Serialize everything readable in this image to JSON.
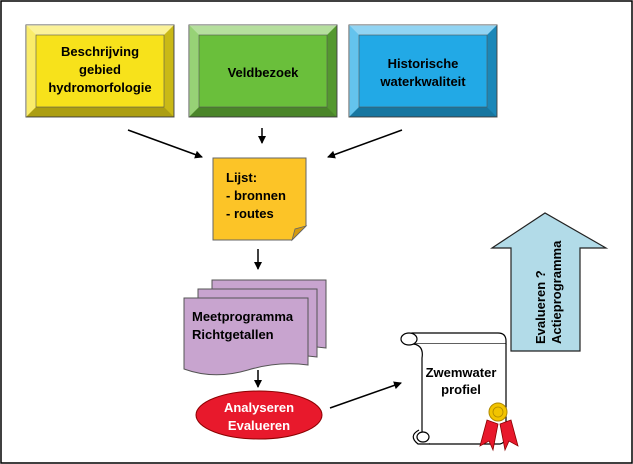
{
  "boxes": {
    "beschrijving": {
      "line1": "Beschrijving",
      "line2": "gebied",
      "line3": "hydromorfologie",
      "color": "#f7e21b"
    },
    "veldbezoek": {
      "label": "Veldbezoek",
      "color": "#6abf3b"
    },
    "historische": {
      "line1": "Historische",
      "line2": "waterkwaliteit",
      "color": "#22a9e6"
    }
  },
  "lijst": {
    "line1": "Lijst:",
    "line2": "- bronnen",
    "line3": "- routes",
    "color": "#fcc427"
  },
  "meetprogramma": {
    "line1": "Meetprogramma",
    "line2": "Richtgetallen",
    "color": "#c8a4cf"
  },
  "analyseren": {
    "line1": "Analyseren",
    "line2": "Evalueren",
    "color": "#e8192c"
  },
  "scroll": {
    "line1": "Zwemwater",
    "line2": "profiel"
  },
  "up_arrow": {
    "line1": "Evalueren ?",
    "line2": "Actieprogramma",
    "color": "#b2dbe8"
  }
}
